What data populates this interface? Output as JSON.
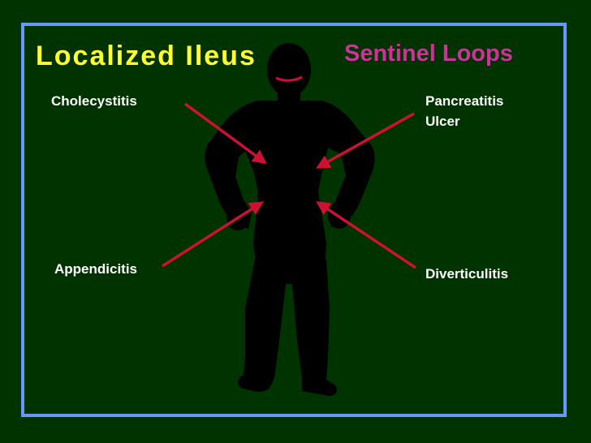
{
  "slide": {
    "title": "Localized Ileus",
    "subtitle": "Sentinel Loops",
    "colors": {
      "background": "#003300",
      "frame": "#6699ff",
      "title": "#ffff33",
      "subtitle": "#cc3399",
      "arrow": "#cc1133",
      "silhouette": "#000000",
      "mouth": "#cc1133"
    }
  },
  "labels": {
    "top_left": "Cholecystitis",
    "top_right_1": "Pancreatitis",
    "top_right_2": "Ulcer",
    "bottom_left": "Appendicitis",
    "bottom_right": "Diverticulitis"
  }
}
